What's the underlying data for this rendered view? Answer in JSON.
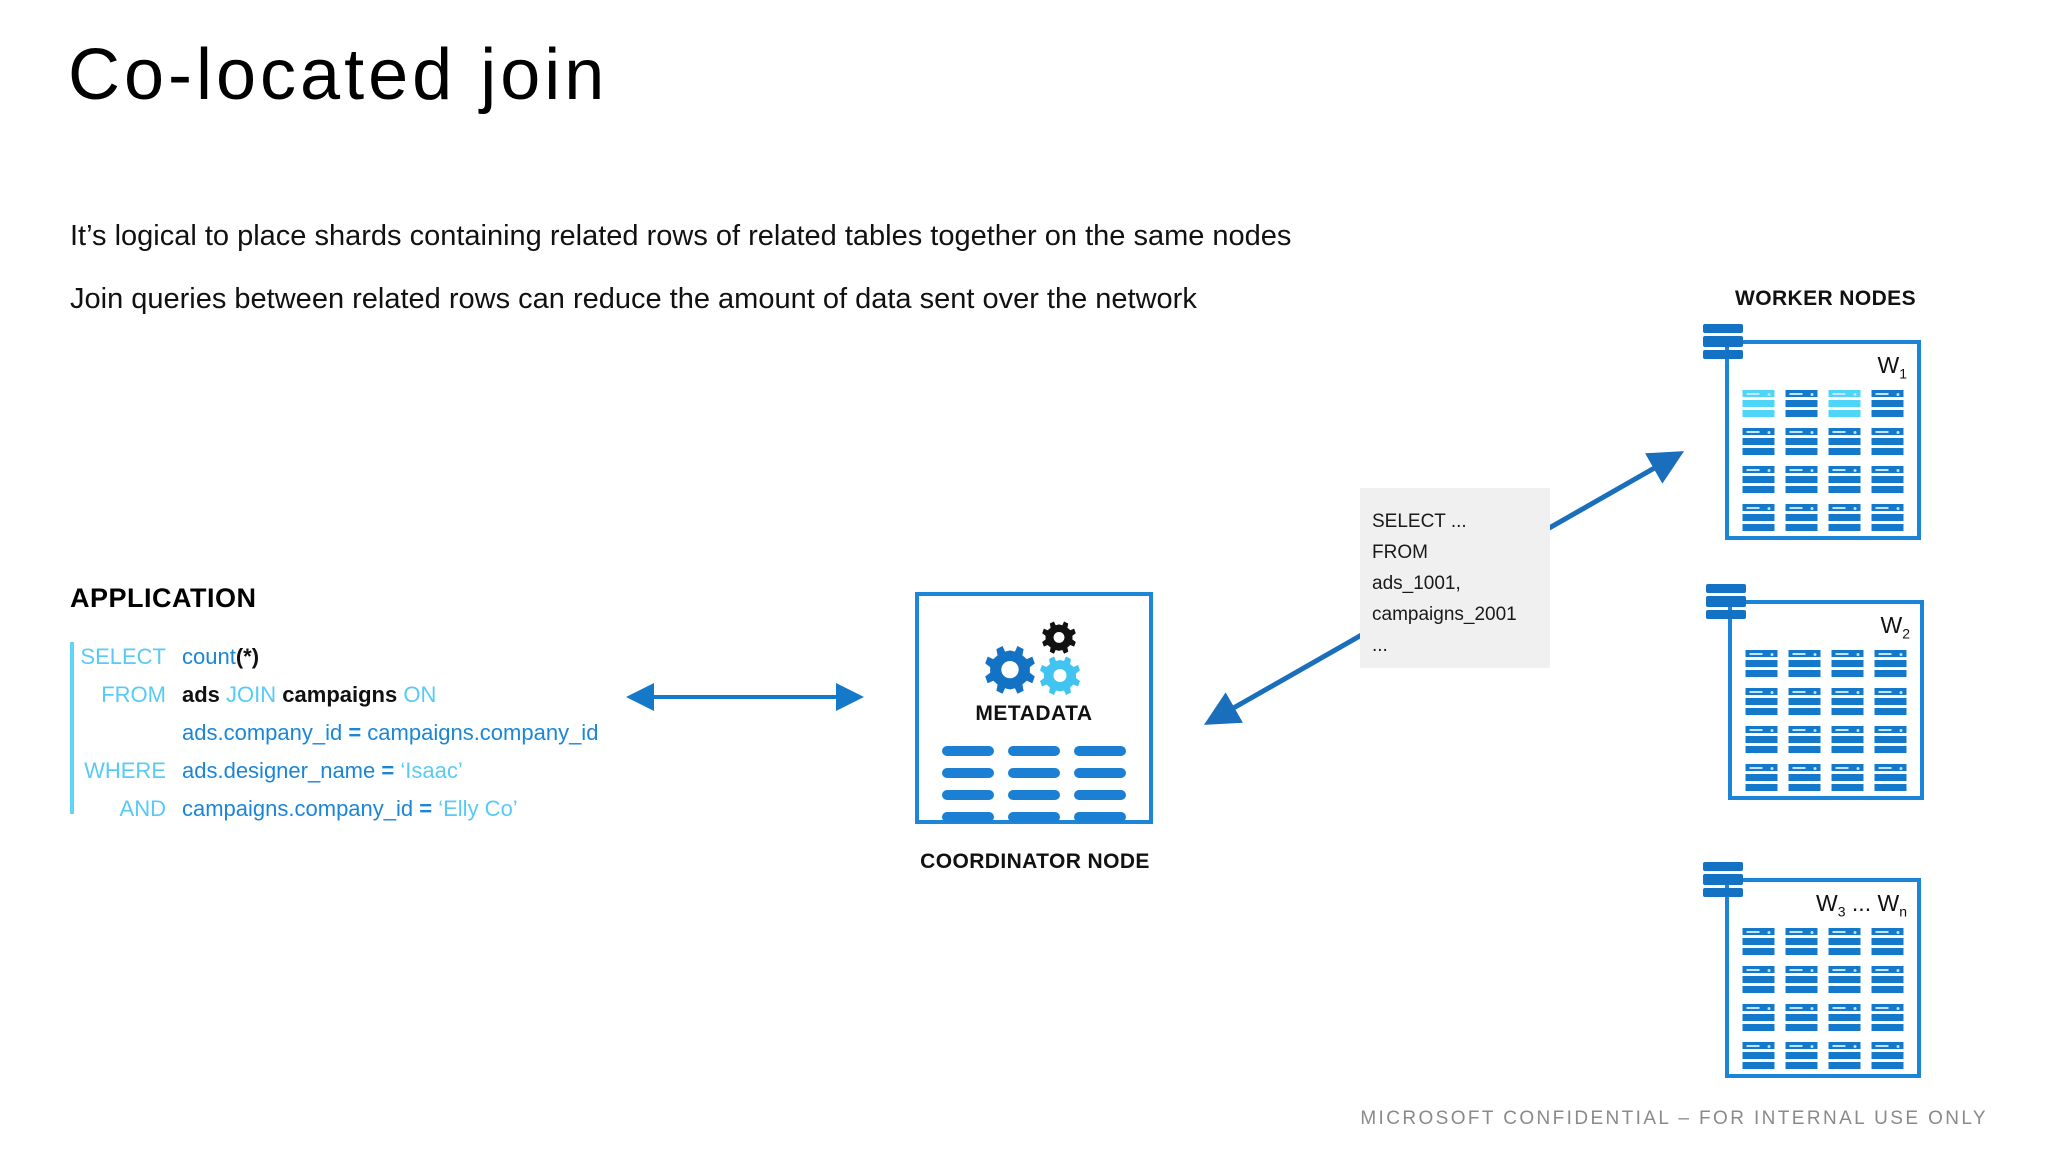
{
  "slide": {
    "title": "Co-located join",
    "body_lines": [
      "It’s logical to place shards containing related rows of related tables together on the same nodes",
      "Join queries between related rows can reduce the amount of data sent over the network"
    ],
    "footer": "MICROSOFT CONFIDENTIAL – FOR INTERNAL USE ONLY"
  },
  "application": {
    "label": "APPLICATION",
    "sql": [
      {
        "keyword": "SELECT",
        "parts": [
          {
            "text": "count",
            "style": "body"
          },
          {
            "text": "(*)",
            "style": "star"
          }
        ]
      },
      {
        "keyword": "FROM",
        "parts": [
          {
            "text": "ads",
            "style": "bold-id"
          },
          {
            "text": " ",
            "style": "body"
          },
          {
            "text": "JOIN",
            "style": "kw2"
          },
          {
            "text": " ",
            "style": "body"
          },
          {
            "text": "campaigns",
            "style": "bold-id"
          },
          {
            "text": " ",
            "style": "body"
          },
          {
            "text": "ON",
            "style": "kw2"
          }
        ]
      },
      {
        "keyword": "",
        "parts": [
          {
            "text": "ads.company_id ",
            "style": "body"
          },
          {
            "text": "=",
            "style": "op"
          },
          {
            "text": " campaigns.company_id",
            "style": "body"
          }
        ]
      },
      {
        "keyword": "WHERE",
        "parts": [
          {
            "text": "ads.designer_name ",
            "style": "body"
          },
          {
            "text": "=",
            "style": "op"
          },
          {
            "text": " ",
            "style": "body"
          },
          {
            "text": "‘Isaac’",
            "style": "lit"
          }
        ]
      },
      {
        "keyword": "AND",
        "parts": [
          {
            "text": "campaigns.company_id ",
            "style": "body"
          },
          {
            "text": "=",
            "style": "op"
          },
          {
            "text": " ",
            "style": "body"
          },
          {
            "text": "‘Elly Co’",
            "style": "lit"
          }
        ]
      }
    ]
  },
  "coordinator": {
    "metadata_label": "METADATA",
    "caption": "COORDINATOR NODE",
    "metadata_bar_rows": 4,
    "metadata_bar_cols": 3,
    "gear_colors": [
      "#1472C4",
      "#111111",
      "#41C4F0"
    ]
  },
  "query_tooltip": {
    "lines": [
      "SELECT ...",
      "FROM",
      "ads_1001,",
      "campaigns_2001",
      "..."
    ]
  },
  "workers": {
    "heading": "WORKER NODES",
    "nodes": [
      {
        "label": "W",
        "sub": "1",
        "suffix": "",
        "sub2": "",
        "highlight_cells": [
          0,
          2
        ]
      },
      {
        "label": "W",
        "sub": "2",
        "suffix": "",
        "sub2": "",
        "highlight_cells": []
      },
      {
        "label": "W",
        "sub": "3",
        "suffix": " ... W",
        "sub2": "n",
        "highlight_cells": []
      }
    ],
    "grid_rows": 4,
    "grid_cols": 4
  },
  "colors": {
    "primary_blue": "#1B86D8",
    "dark_blue": "#1472C4",
    "cyan": "#4ED5F7",
    "keyword_cyan": "#57CBF5",
    "tooltip_bg": "#F0F0F0",
    "footer_gray": "#8a8a8a"
  }
}
